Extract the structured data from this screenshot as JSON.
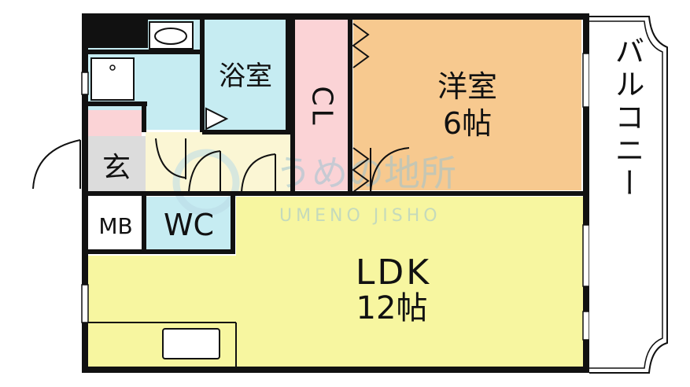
{
  "rooms": {
    "bath": "浴室",
    "closet": "CL",
    "western_room": "洋室",
    "western_size": "6帖",
    "entrance": "玄",
    "mb": "MB",
    "wc": "WC",
    "ldk": "LDK",
    "ldk_size": "12帖",
    "balcony": "バルコニー"
  },
  "watermark": {
    "logo": "うめの地所",
    "text": "UMENO JISHO"
  },
  "colors": {
    "wall": "#111111",
    "bath": "#c6ecf2",
    "wc": "#c6ecf2",
    "closet": "#fbd3d6",
    "western_room": "#f7c98f",
    "ldk": "#f7f6a0",
    "entrance": "#dcdcdc",
    "hall": "#fbf6d4",
    "shoe_box": "#fbd3d6"
  }
}
